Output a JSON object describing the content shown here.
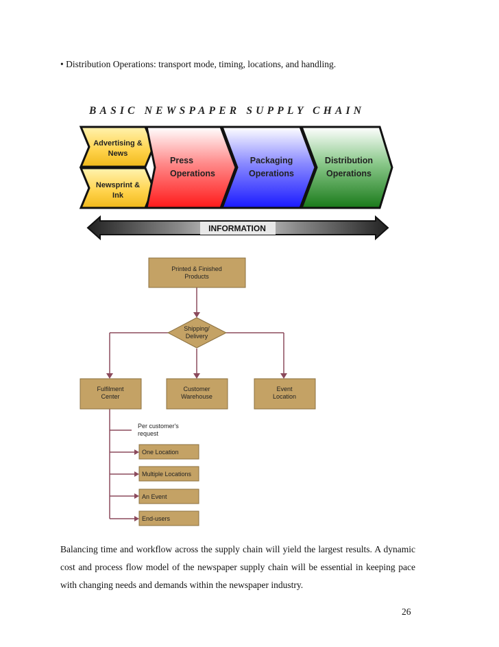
{
  "intro_bullet": "• Distribution Operations: transport mode, timing, locations, and handling.",
  "supply_chain": {
    "title": "BASIC NEWSPAPER SUPPLY CHAIN",
    "inputs": [
      {
        "line1": "Advertising &",
        "line2": "News"
      },
      {
        "line1": "Newsprint &",
        "line2": "Ink"
      }
    ],
    "stages": [
      {
        "line1": "Press",
        "line2": "Operations",
        "color": "#ff2a2a"
      },
      {
        "line1": "Packaging",
        "line2": "Operations",
        "color": "#2a2aff"
      },
      {
        "line1": "Distribution",
        "line2": "Operations",
        "color": "#2a8a2a"
      }
    ],
    "input_color": "#ffcc33",
    "information_label": "INFORMATION"
  },
  "flowchart": {
    "top": {
      "line1": "Printed & Finished",
      "line2": "Products"
    },
    "decision": {
      "line1": "Shipping/",
      "line2": "Delivery"
    },
    "destinations": [
      {
        "line1": "Fulfilment",
        "line2": "Center"
      },
      {
        "line1": "Customer",
        "line2": "Warehouse"
      },
      {
        "line1": "Event",
        "line2": "Location"
      }
    ],
    "note": {
      "line1": "Per customer's",
      "line2": "request"
    },
    "options": [
      "One Location",
      "Multiple Locations",
      "An Event",
      "End-users"
    ],
    "box_color": "#c4a265",
    "line_color": "#8b4a5c"
  },
  "closing_paragraph": "Balancing time and workflow across the supply chain will yield the largest results. A dynamic cost and process flow model of the newspaper supply chain will be essential in keeping pace with changing needs and demands within the newspaper industry.",
  "page_number": "26"
}
